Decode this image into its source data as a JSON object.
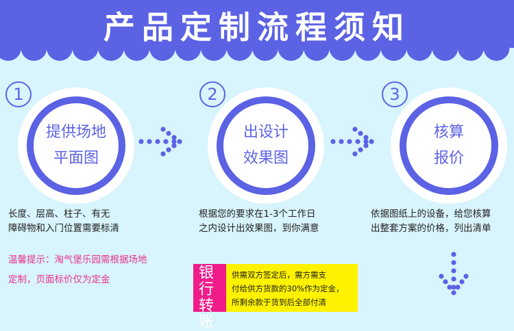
{
  "header": {
    "title": "产品定制流程须知"
  },
  "steps": [
    {
      "number": "1",
      "line1": "提供场地",
      "line2": "平面图",
      "desc1": "长度、层高、柱子、有无",
      "desc2": "障碍物和入门位置需要标清"
    },
    {
      "number": "2",
      "line1": "出设计",
      "line2": "效果图",
      "desc1": "根据您的要求在1-3个工作日",
      "desc2": "之内设计出效果图，到你满意"
    },
    {
      "number": "3",
      "line1": "核算",
      "line2": "报价",
      "desc1": "依据图纸上的设备，给您核算",
      "desc2": "出整套方案的价格，列出清单"
    }
  ],
  "tip": {
    "line1": "温馨提示：淘气堡乐园需根据场地",
    "line2": "定制，页面标价仅为定金"
  },
  "bank": {
    "label": "银行转账",
    "line1": "供需双方签定后，需方需支",
    "line2": "付给供方货款的30%作为定金，",
    "line3": "所剩余款于货到后全部付清"
  },
  "colors": {
    "accent": "#5b62e4",
    "background": "#d8f4fc",
    "pink": "#ef1c89",
    "yellow": "#fff200",
    "tip": "#e8338f"
  }
}
